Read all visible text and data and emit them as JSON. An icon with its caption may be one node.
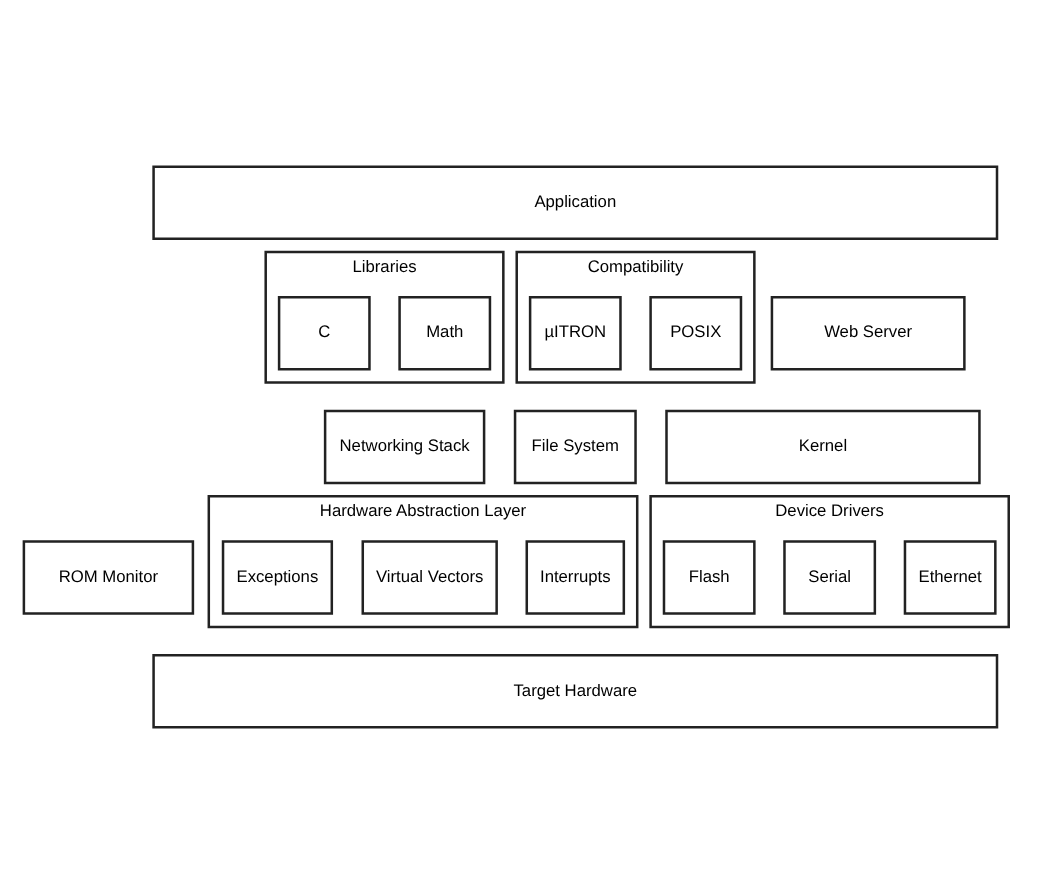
{
  "diagram": {
    "nodes": [
      {
        "text": [
          "Application"
        ]
      },
      {
        "text": [
          "Libraries"
        ]
      },
      {
        "text": [
          "Math"
        ],
        "in": 1
      },
      {
        "text": [
          "C"
        ],
        "in": 1
      },
      {
        "text": [
          "Compatibility"
        ]
      },
      {
        "text": [
          "POSIX"
        ],
        "in": 4
      },
      {
        "text": [
          "µITRON"
        ],
        "in": 4
      },
      {
        "text": [
          "Web Server"
        ]
      },
      {
        "text": [
          "Kernel"
        ]
      },
      {
        "text": [
          "Networking Stack"
        ]
      },
      {
        "text": [
          "File System"
        ]
      },
      {
        "text": [
          "ROM Monitor"
        ]
      },
      {
        "text": [
          "Hardware Abstraction Layer"
        ]
      },
      {
        "text": [
          "Interrupts"
        ],
        "in": 12
      },
      {
        "text": [
          "Virtual Vectors"
        ],
        "in": 12
      },
      {
        "text": [
          "Exceptions"
        ],
        "in": 12
      },
      {
        "text": [
          "Device Drivers"
        ]
      },
      {
        "text": [
          "Ethernet"
        ],
        "in": 16
      },
      {
        "text": [
          "Serial"
        ],
        "in": 16
      },
      {
        "text": [
          "Flash"
        ],
        "in": 16
      },
      {
        "text": [
          "Target Hardware"
        ]
      }
    ],
    "edges": []
  }
}
